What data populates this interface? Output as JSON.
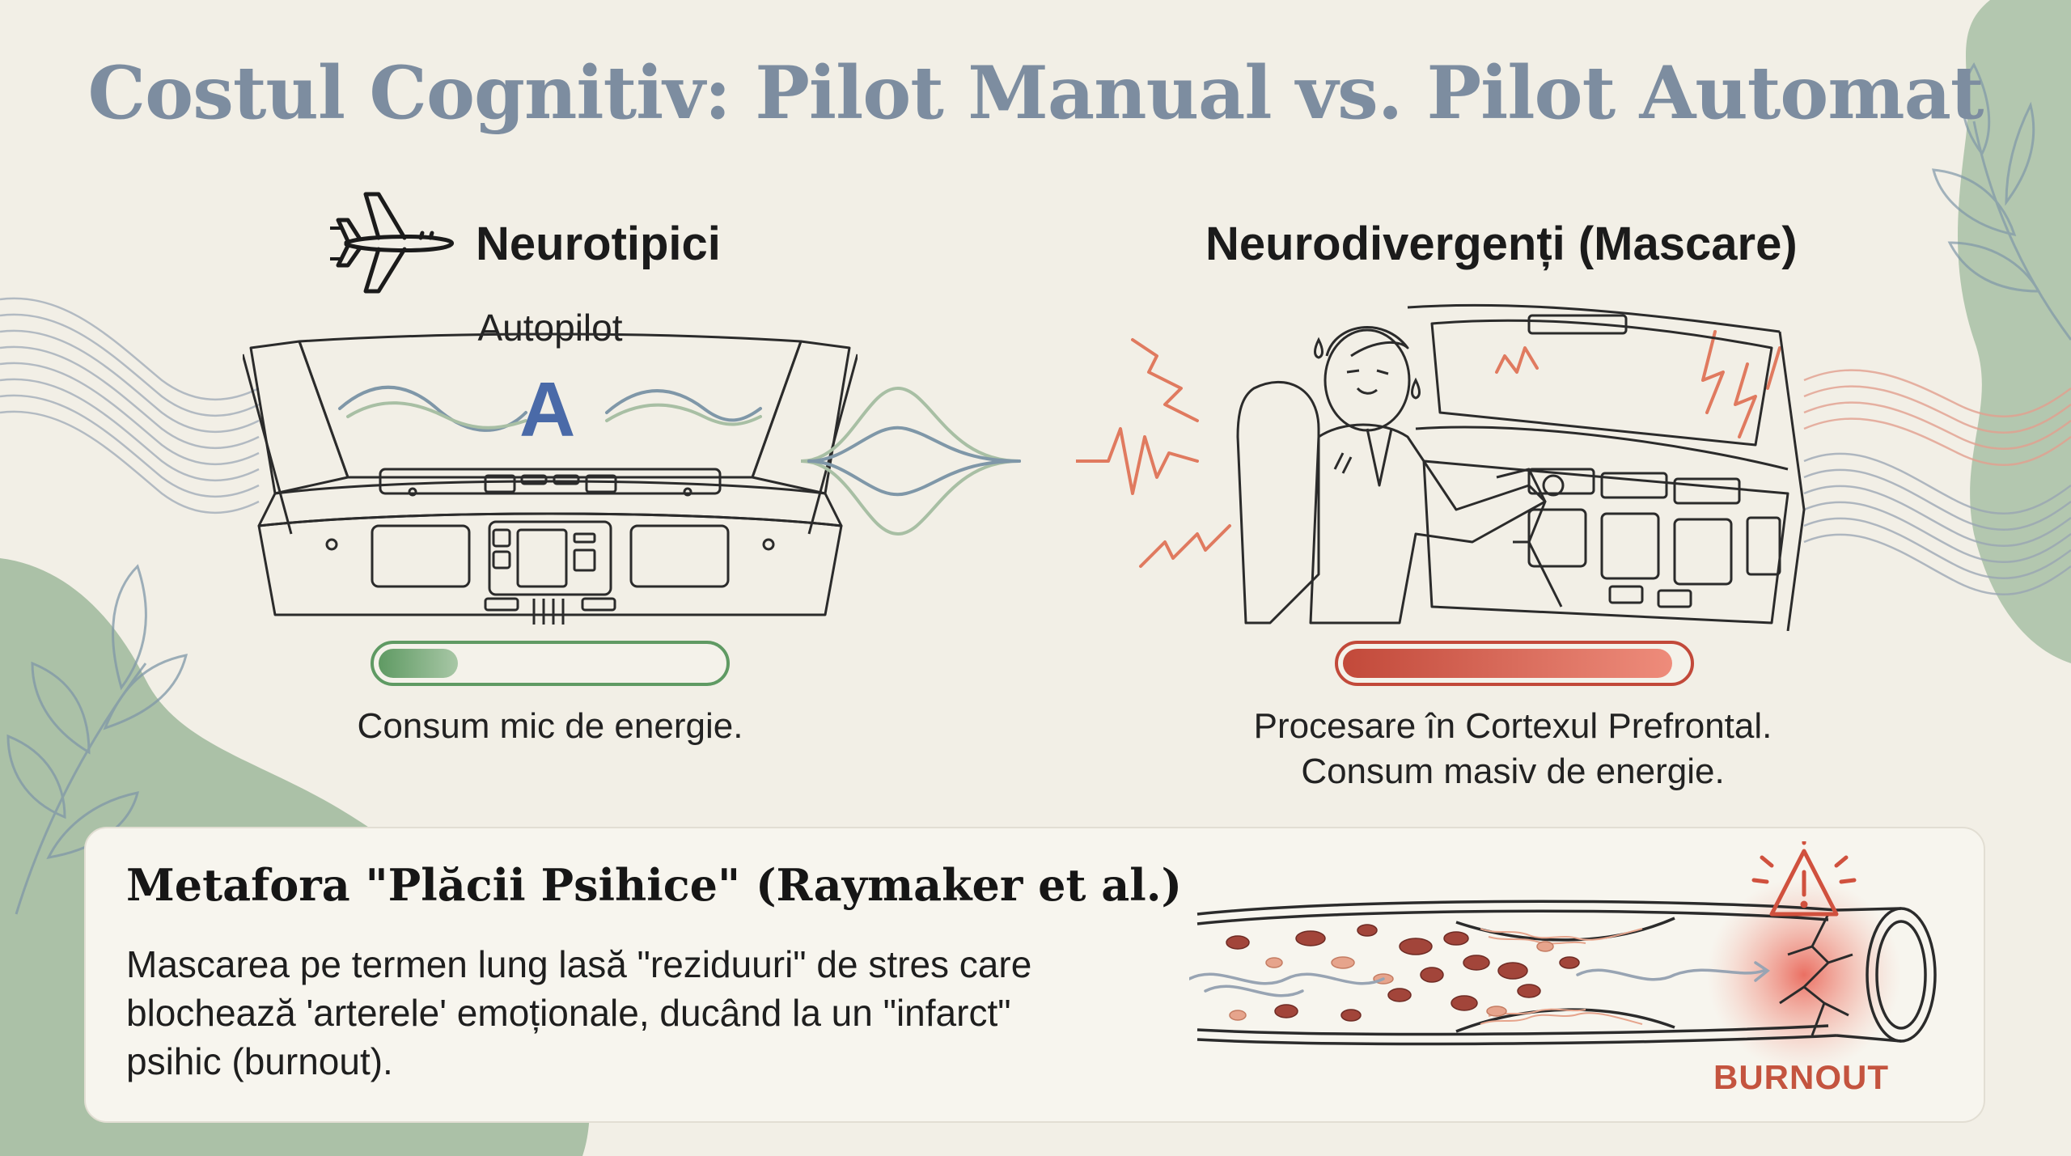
{
  "title": "Costul Cognitiv: Pilot Manual vs. Pilot Automat",
  "left": {
    "heading": "Neurotipici",
    "autopilot_label": "Autopilot",
    "autopilot_letter": "A",
    "energy_fraction": 0.23,
    "caption": "Consum mic de energie.",
    "bar_color": "#5f9a63"
  },
  "right": {
    "heading": "Neurodivergenți (Mascare)",
    "energy_fraction": 0.96,
    "caption_line1": "Procesare în Cortexul Prefrontal.",
    "caption_line2": "Consum masiv de energie.",
    "bar_color": "#c2493a"
  },
  "panel": {
    "title": "Metafora \"Plăcii Psihice\" (Raymaker et al.)",
    "text": "Mascarea pe termen lung lasă \"reziduuri\" de stres care blochează 'arterele' emoționale, ducând la un \"infarct\" psihic (burnout).",
    "warning_label": "BURNOUT"
  },
  "icons": {
    "airplane": "airplane-icon",
    "warning": "warning-icon"
  },
  "colors": {
    "background": "#f2efe6",
    "title": "#7d8da0",
    "sage": "#8fae8d",
    "alert": "#e07a5f"
  }
}
